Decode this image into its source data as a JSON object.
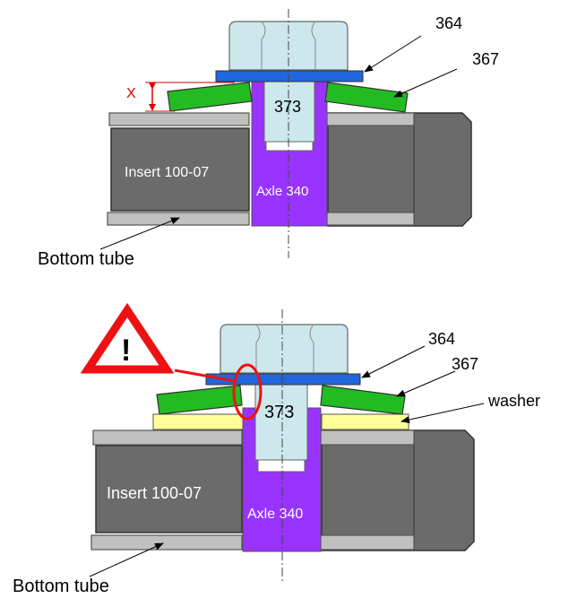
{
  "top_diagram": {
    "label_364": "364",
    "label_367": "367",
    "label_373": "373",
    "label_x": "X",
    "insert_label": "Insert 100-07",
    "axle_label": "Axle 340",
    "bottom_tube_label": "Bottom tube"
  },
  "bottom_diagram": {
    "label_364": "364",
    "label_367": "367",
    "label_373": "373",
    "washer_label": "washer",
    "insert_label": "Insert 100-07",
    "axle_label": "Axle 340",
    "bottom_tube_label": "Bottom tube",
    "warning_symbol": "!"
  },
  "colors": {
    "bolt_head": "#cde8ec",
    "washer_364": "#2266dd",
    "spring_367": "#22bb22",
    "washer_yellow": "#ffff99",
    "axle": "#9933ff",
    "insert": "#6b6b6b",
    "plate": "#c0c0c0",
    "warning_red": "#ee1111",
    "dimension_red": "#dd0000"
  }
}
